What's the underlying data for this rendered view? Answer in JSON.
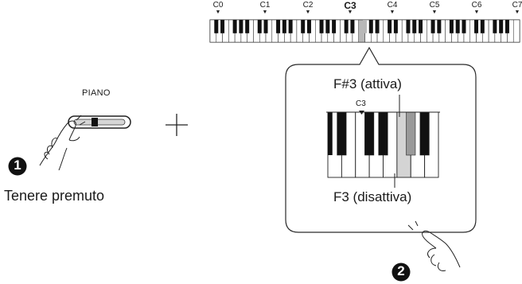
{
  "top_keyboard": {
    "octave_labels": [
      "C0",
      "C1",
      "C2",
      "C3",
      "C4",
      "C5",
      "C6",
      "C7"
    ],
    "highlight_label": "C3",
    "highlight_color": "#b8b8b8"
  },
  "left_panel": {
    "button_label": "PIANO",
    "step_number": "1",
    "caption": "Tenere premuto"
  },
  "plus_sign": "+",
  "callout": {
    "active_label": "F#3 (attiva)",
    "c3_label": "C3",
    "inactive_label": "F3 (disattiva)",
    "active_key_color": "#9a9a9a",
    "inactive_key_color": "#d4d4d4"
  },
  "step_two_number": "2"
}
